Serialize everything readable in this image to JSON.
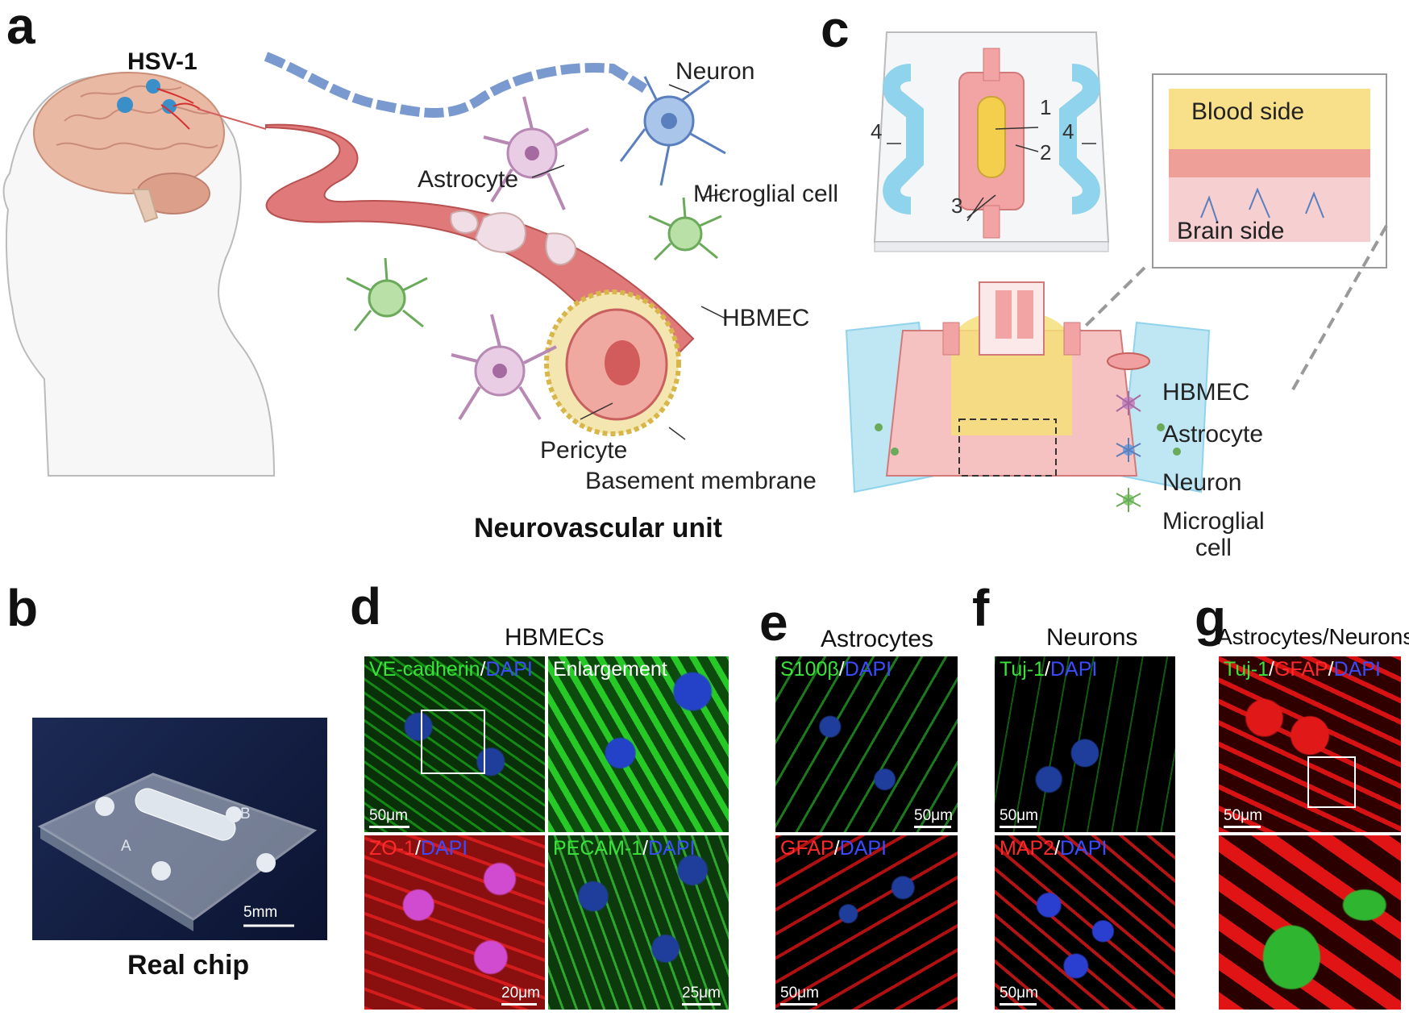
{
  "panels": {
    "a": "a",
    "b": "b",
    "c": "c",
    "d": "d",
    "e": "e",
    "f": "f",
    "g": "g"
  },
  "panel_a": {
    "virus_label": "HSV-1",
    "labels": {
      "neuron": "Neuron",
      "astrocyte": "Astrocyte",
      "microglial": "Microglial cell",
      "hbmec": "HBMEC",
      "pericyte": "Pericyte",
      "basement": "Basement membrane"
    },
    "title": "Neurovascular unit"
  },
  "panel_b": {
    "scale": "5mm",
    "title": "Real chip",
    "chip_letters": {
      "a": "A",
      "b": "B"
    }
  },
  "panel_c": {
    "numbers": {
      "n1": "1",
      "n2": "2",
      "n3": "3",
      "n4l": "4",
      "n4r": "4"
    },
    "blood_side": "Blood side",
    "brain_side": "Brain side",
    "legend": [
      {
        "label": "HBMEC",
        "icon": "hbmec-icon"
      },
      {
        "label": "Astrocyte",
        "icon": "astrocyte-icon"
      },
      {
        "label": "Neuron",
        "icon": "neuron-icon"
      },
      {
        "label": "Microglial\ncell",
        "icon": "microglia-icon"
      }
    ]
  },
  "panel_d": {
    "title": "HBMECs",
    "tl": {
      "stain": "VE-cadherin",
      "sep": "/",
      "dapi": "DAPI",
      "scale": "50μm"
    },
    "tr": {
      "label": "Enlargement"
    },
    "bl": {
      "stain": "ZO-1",
      "sep": "/",
      "dapi": "DAPI",
      "scale": "20μm"
    },
    "br": {
      "stain": "PECAM-1",
      "sep": "/",
      "dapi": "DAPI",
      "scale": "25μm"
    }
  },
  "panel_e": {
    "title": "Astrocytes",
    "top": {
      "stain": "S100β",
      "sep": "/",
      "dapi": "DAPI",
      "scale": "50μm"
    },
    "bottom": {
      "stain": "GFAP",
      "sep": "/",
      "dapi": "DAPI",
      "scale": "50μm"
    }
  },
  "panel_f": {
    "title": "Neurons",
    "top": {
      "stain": "Tuj-1",
      "sep": "/",
      "dapi": "DAPI",
      "scale": "50μm"
    },
    "bottom": {
      "stain": "MAP2",
      "sep": "/",
      "dapi": "DAPI",
      "scale": "50μm"
    }
  },
  "panel_g": {
    "title": "Astrocytes/Neurons",
    "top": {
      "stain1": "Tuj-1",
      "sep1": "/",
      "stain2": "GFAP",
      "sep2": "/",
      "dapi": "DAPI",
      "scale": "50μm"
    }
  },
  "colors": {
    "green": "#39e339",
    "blue": "#3a4cff",
    "red": "#ff2a2a",
    "vessel": "#e07a7a",
    "chip_cyan": "#8fd3ec"
  }
}
